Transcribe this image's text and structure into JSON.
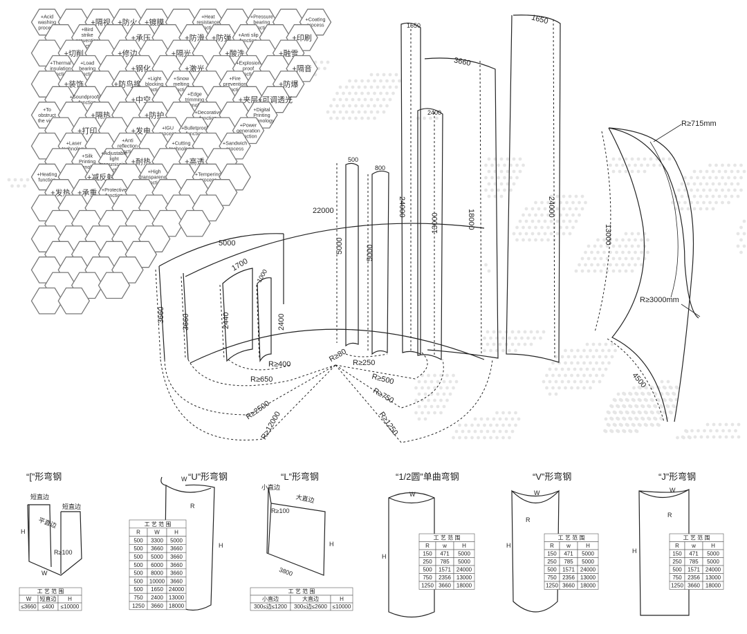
{
  "hex_functions": [
    "+Acid washing process",
    "+隔视",
    "+防火",
    "+镀膜",
    "+Heat resistance function",
    "+Pressure bearing function",
    "+Coating process",
    "+Bird strike prevention function",
    "+承压",
    "+防滑",
    "+防弹",
    "+Anti slip function",
    "+印刷",
    "+切削",
    "+修边",
    "+隔光",
    "+酸洗",
    "+融雪",
    "+Thermal insulation function",
    "+Load bearing function",
    "+钢化",
    "+激光",
    "+Explosion proof function",
    "+隔音",
    "+装饰",
    "+防鸟撞",
    "+Light blocking function",
    "+Snow melting function",
    "+Fire prevention function",
    "+防爆",
    "+Soundproofing function",
    "+中空",
    "+Edge trimming technology",
    "+夹层",
    "+可调透光",
    "+To obstruct the view",
    "+隔热",
    "+防护",
    "+Decorative function",
    "+Digital Printing Technology",
    "+打印",
    "+发电",
    "+IGU process",
    "+Bulletproof function",
    "+Power generation function",
    "+Laser technology",
    "+Anti reflection function",
    "+Cutting technology",
    "+Sandwich process",
    "+Silk Printing technology",
    "+Adjustable light transmission function",
    "+耐热",
    "+高透",
    "+Heating function",
    "+减反射",
    "+High transparency function",
    "+Tempering process",
    "+发热",
    "+承重",
    "+Protective function"
  ],
  "main_dims": {
    "arc_width": "22000",
    "w5000": "5000",
    "w1700": "1700",
    "w1000": "1000",
    "w500": "500",
    "w800": "800",
    "w1650": "1650",
    "w3660": "3660",
    "w2400": "2400",
    "w1650b": "1650",
    "h3660a": "3660",
    "h3660b": "3660",
    "h2440": "2440",
    "h2400": "2400",
    "h5000a": "5000",
    "h5000b": "5000",
    "h24000a": "24000",
    "h13000": "13000",
    "h18000": "18000",
    "h24000b": "24000",
    "r400": "R≥400",
    "r80": "R≥80",
    "r250": "R≥250",
    "r650": "R≥650",
    "r500": "R≥500",
    "r750": "R≥750",
    "r2500": "R≥2500",
    "r1250": "R≥1250",
    "r12000": "R≥12000"
  },
  "twisted": {
    "r715": "R≥715mm",
    "r3000": "R≥3000mm",
    "h13000": "13000",
    "w4500": "4500"
  },
  "sections": {
    "c_shape": {
      "title": "“[”形弯钢",
      "labels": {
        "short_left": "短直边",
        "short_right": "短直边",
        "flat": "平直边",
        "r100": "R≥100",
        "h": "H",
        "w": "W"
      },
      "table_title": "工 艺 范 围",
      "headers": [
        "W",
        "短直边",
        "H"
      ],
      "rows": [
        [
          "≤3660",
          "≤400",
          "≤10000"
        ]
      ]
    },
    "u_shape": {
      "title": "“U”形弯钢",
      "labels": {
        "w": "W",
        "r": "R",
        "h": "H"
      },
      "table_title": "工 艺 范 围",
      "headers": [
        "R",
        "W",
        "H"
      ],
      "rows": [
        [
          "500",
          "3300",
          "5000"
        ],
        [
          "500",
          "3660",
          "3660"
        ],
        [
          "500",
          "5000",
          "3660"
        ],
        [
          "500",
          "6000",
          "3660"
        ],
        [
          "500",
          "8000",
          "3660"
        ],
        [
          "500",
          "10000",
          "3660"
        ],
        [
          "500",
          "1650",
          "24000"
        ],
        [
          "750",
          "2400",
          "13000"
        ],
        [
          "1250",
          "3660",
          "18000"
        ]
      ]
    },
    "l_shape": {
      "title": "“L”形弯钢",
      "labels": {
        "small": "小直边",
        "big": "大直边",
        "r100": "R≥100",
        "h": "H",
        "w3800": "3800"
      },
      "table_title": "工 艺 范 围",
      "headers": [
        "小直边",
        "大直边",
        "H"
      ],
      "rows": [
        [
          "300≤边≤1200",
          "300≤边≤2600",
          "≤10000"
        ]
      ]
    },
    "half_circle": {
      "title": "“1/2圆”单曲弯钢",
      "labels": {
        "w": "W",
        "h": "H"
      },
      "table_title": "工 艺 范 围",
      "headers": [
        "R",
        "w",
        "H"
      ],
      "rows": [
        [
          "150",
          "471",
          "5000"
        ],
        [
          "250",
          "785",
          "5000"
        ],
        [
          "500",
          "1571",
          "24000"
        ],
        [
          "750",
          "2356",
          "13000"
        ],
        [
          "1250",
          "3660",
          "18000"
        ]
      ]
    },
    "v_shape": {
      "title": "“V”形弯钢",
      "labels": {
        "w": "W",
        "r": "R",
        "h": "H"
      },
      "table_title": "工 艺 范 围",
      "headers": [
        "R",
        "w",
        "H"
      ],
      "rows": [
        [
          "150",
          "471",
          "5000"
        ],
        [
          "250",
          "785",
          "5000"
        ],
        [
          "500",
          "1571",
          "24000"
        ],
        [
          "750",
          "2356",
          "13000"
        ],
        [
          "1250",
          "3660",
          "18000"
        ]
      ]
    },
    "j_shape": {
      "title": "“J”形弯钢",
      "labels": {
        "w": "W",
        "r": "R",
        "h": "H"
      },
      "table_title": "工 艺 范 围",
      "headers": [
        "R",
        "w",
        "H"
      ],
      "rows": [
        [
          "150",
          "471",
          "5000"
        ],
        [
          "250",
          "785",
          "5000"
        ],
        [
          "500",
          "1571",
          "24000"
        ],
        [
          "750",
          "2356",
          "13000"
        ],
        [
          "1250",
          "3660",
          "18000"
        ]
      ]
    }
  }
}
